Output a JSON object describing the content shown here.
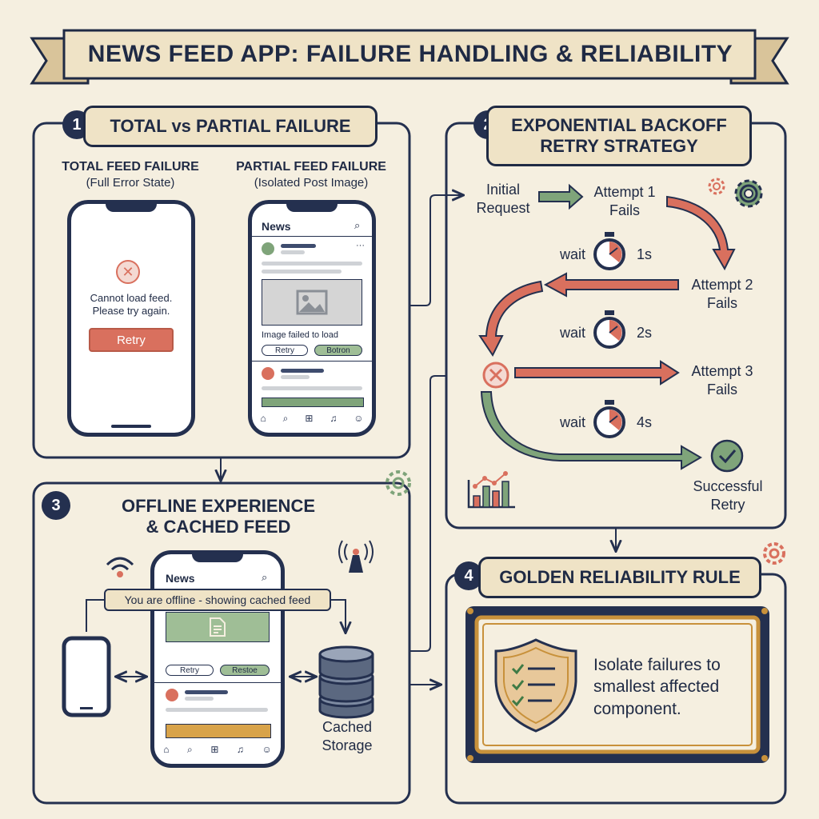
{
  "title": "NEWS FEED APP: FAILURE HANDLING & RELIABILITY",
  "colors": {
    "navy": "#24304f",
    "cream": "#f5efe0",
    "tab_fill": "#efe3c6",
    "red": "#d9705e",
    "green": "#7fa47a",
    "gold": "#c8913b",
    "grey_image": "#d5d5d5"
  },
  "section1": {
    "number": "1",
    "label": "TOTAL vs PARTIAL FAILURE",
    "total": {
      "heading": "TOTAL FEED FAILURE",
      "subheading": "(Full Error State)",
      "error_line1": "Cannot load feed.",
      "error_line2": "Please try again.",
      "retry_label": "Retry"
    },
    "partial": {
      "heading": "PARTIAL FEED FAILURE",
      "subheading": "(Isolated Post Image)",
      "app_title": "News",
      "image_failed_text": "Image failed to load",
      "retry_label": "Retry",
      "second_button_label": "Botron"
    }
  },
  "section2": {
    "number": "2",
    "label_line1": "EXPONENTIAL BACKOFF",
    "label_line2": "RETRY STRATEGY",
    "steps": {
      "initial_line1": "Initial",
      "initial_line2": "Request",
      "attempt1_line1": "Attempt 1",
      "attempt1_line2": "Fails",
      "attempt2_line1": "Attempt 2",
      "attempt2_line2": "Fails",
      "attempt3_line1": "Attempt 3",
      "attempt3_line2": "Fails",
      "success_line1": "Successful",
      "success_line2": "Retry"
    },
    "waits": [
      {
        "label": "wait",
        "duration": "1s"
      },
      {
        "label": "wait",
        "duration": "2s"
      },
      {
        "label": "wait",
        "duration": "4s"
      }
    ]
  },
  "section3": {
    "number": "3",
    "label_line1": "OFFLINE EXPERIENCE",
    "label_line2": "& CACHED FEED",
    "app_title": "News",
    "offline_banner": "You are offline - showing cached feed",
    "retry_label": "Retry",
    "second_button_label": "Restoe",
    "storage_line1": "Cached",
    "storage_line2": "Storage"
  },
  "section4": {
    "number": "4",
    "label": "GOLDEN RELIABILITY RULE",
    "rule_line1": "Isolate failures to",
    "rule_line2": "smallest affected",
    "rule_line3": "component."
  },
  "icons": [
    "close-icon",
    "image-icon",
    "search-icon",
    "more-icon",
    "home-icon",
    "bell-icon",
    "gear-icon",
    "stopwatch-icon",
    "check-icon",
    "chart-icon",
    "wifi-icon",
    "antenna-icon",
    "database-icon",
    "shield-check-icon",
    "document-icon"
  ]
}
